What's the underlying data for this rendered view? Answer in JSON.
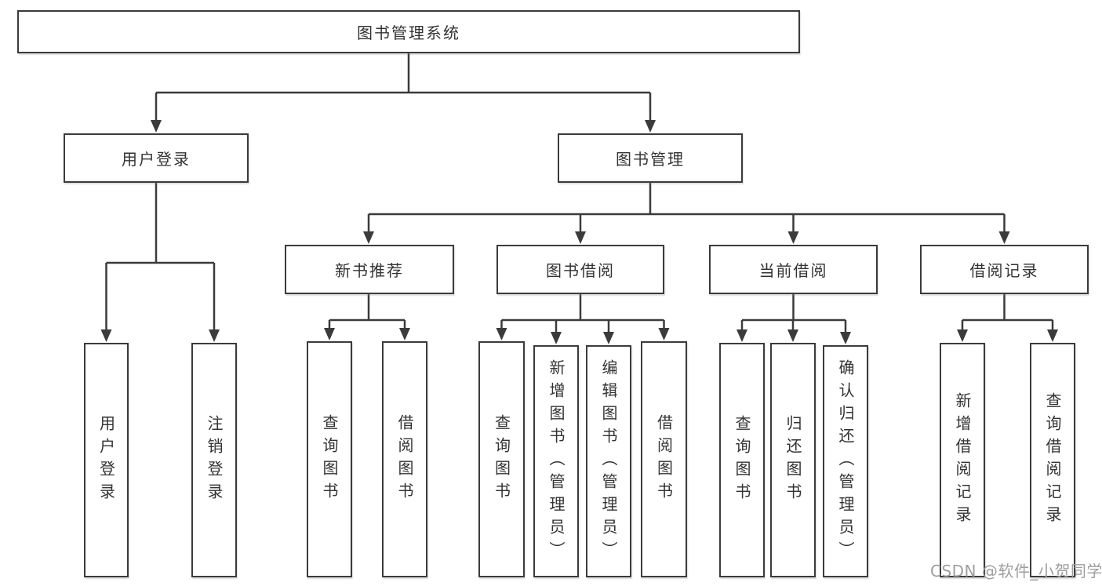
{
  "diagram": {
    "title": "图书管理系统",
    "branches": [
      {
        "label": "用户登录",
        "leaves": [
          "用户登录",
          "注销登录"
        ]
      },
      {
        "label": "图书管理",
        "groups": [
          {
            "label": "新书推荐",
            "leaves": [
              "查询图书",
              "借阅图书"
            ]
          },
          {
            "label": "图书借阅",
            "leaves": [
              "查询图书",
              "新增图书（管理员）",
              "编辑图书（管理员）",
              "借阅图书"
            ]
          },
          {
            "label": "当前借阅",
            "leaves": [
              "查询图书",
              "归还图书",
              "确认归还（管理员）"
            ]
          },
          {
            "label": "借阅记录",
            "leaves": [
              "新增借阅记录",
              "查询借阅记录"
            ]
          }
        ]
      }
    ]
  },
  "watermark": {
    "text": "CSDN @软件_小贺同学",
    "color": "#9e9e9e"
  },
  "colors": {
    "line": "#3b3b3b",
    "text": "#333333",
    "background": "#ffffff"
  }
}
